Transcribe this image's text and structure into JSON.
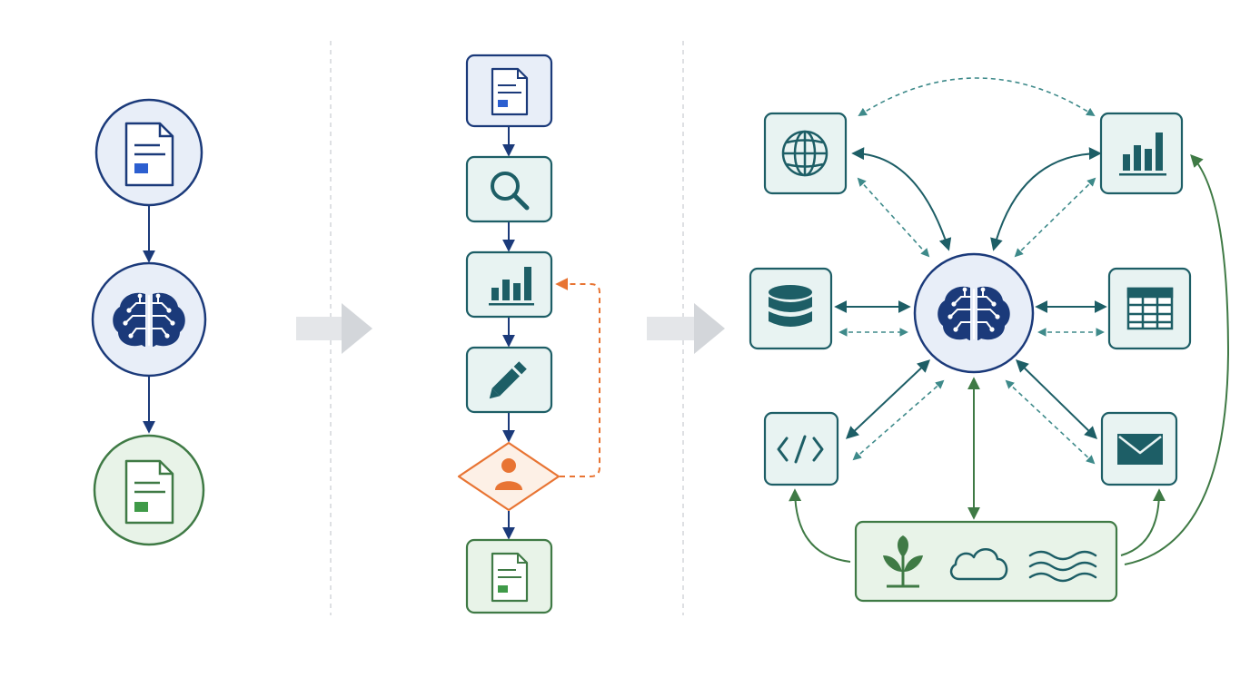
{
  "diagram": {
    "panels": [
      {
        "id": "single-call",
        "nodes": [
          "input-document",
          "llm-brain",
          "output-document"
        ]
      },
      {
        "id": "workflow",
        "nodes": [
          "input-document",
          "search-step",
          "analyze-step",
          "edit-step",
          "human-review-decision",
          "output-document"
        ]
      },
      {
        "id": "agent",
        "nodes": [
          "llm-brain-hub",
          "web-tool",
          "analytics-tool",
          "database-tool",
          "spreadsheet-tool",
          "code-tool",
          "email-tool",
          "environment"
        ]
      }
    ],
    "environment_items": [
      "plant-icon",
      "cloud-icon",
      "waves-icon"
    ]
  },
  "colors": {
    "navy": "#1b3a7a",
    "teal": "#1d5e66",
    "green": "#3f7a45",
    "orange": "#e87433",
    "blue_fill": "#e8eef8",
    "teal_fill": "#e8f3f2",
    "green_fill": "#e8f3e8",
    "orange_fill": "#fdf0e6",
    "divider": "#c8ccd0",
    "transition_arrow": "#d6d9dd"
  }
}
